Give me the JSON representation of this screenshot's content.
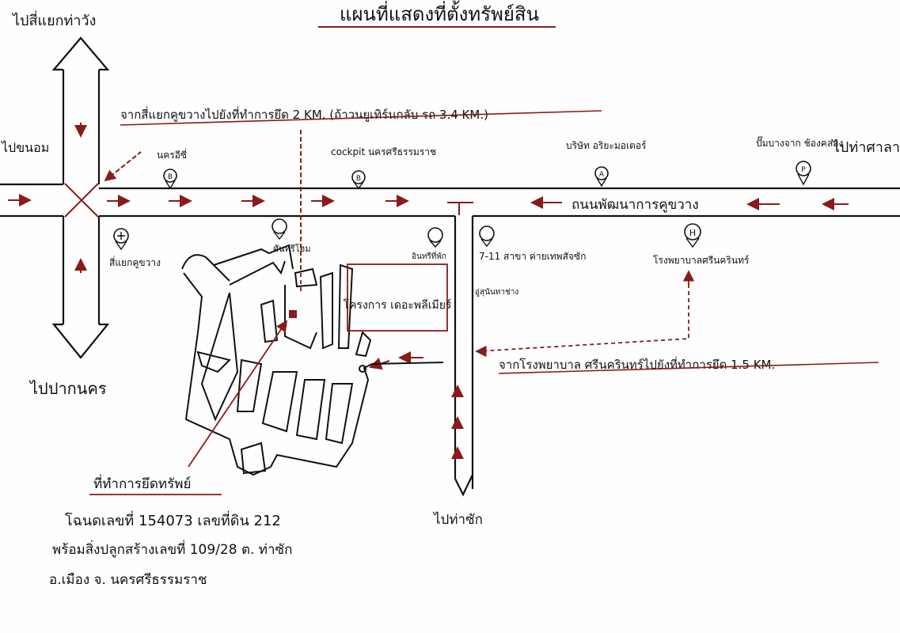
{
  "title": "แผนที่แสดงที่ตั้งทรัพย์สิน",
  "directions": {
    "north": "ไปสี่แยกท่าวัง",
    "south": "ไปปากนคร",
    "west": "ไปขนอม",
    "east": "ไปท่าศาลา",
    "to_tha_sak": "ไปท่าซัก"
  },
  "road_name": "ถนนพัฒนาการคูขวาง",
  "route_notes": {
    "from_intersection": "จากสี่แยกคูขวางไปยังที่ทำการยึด 2 KM. (ถ้าวนยูเทิร์นกลับ รถ 3.4 KM.)",
    "from_hospital": "จากโรงพยาบาล ศรีนครินทร์ไปยังที่ทำการยึด 1.5 KM."
  },
  "landmarks": {
    "nakhon": "นครอีซี่",
    "cockpit": "cockpit นครศรีธรรมราช",
    "auto_dealer": "บริษัท อริยะมอเตอร์",
    "gas_station": "ปั๊มบางจาก ช้องคล่อง",
    "intersection": "สี่แยกคูขวาง",
    "hotel": "ศันทรีโฮม",
    "hostel": "อินทรีที่พัก",
    "seven_eleven": "7-11 สาขา ค่ายเทพสัจซัก",
    "hospital": "โรงพยาบาลศรีนครินทร์",
    "garage": "อู่สุนันทาช่าง",
    "project": "โครงการ เดอะพลีเมียร์"
  },
  "marker_letters": {
    "b": "B",
    "a": "A",
    "p": "P",
    "h": "H"
  },
  "property": {
    "heading": "ที่ทำการยึดทรัพย์",
    "line1": "โฉนดเลขที่ 154073 เลขที่ดิน 212",
    "line2": "พร้อมสิ่งปลูกสร้างเลขที่ 109/28 ต. ท่าซัก",
    "line3": "อ.เมือง จ. นครศรีธรรมราช"
  },
  "colors": {
    "ink": "#111111",
    "accent": "#8b1a1a"
  }
}
